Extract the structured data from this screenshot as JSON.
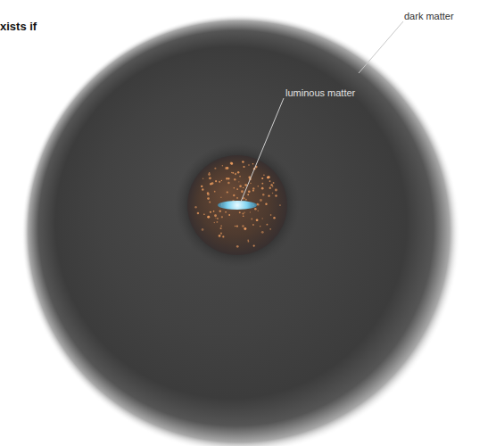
{
  "diagram": {
    "labels": [
      "xists if",
      "dark matter",
      "luminous matter"
    ]
  }
}
